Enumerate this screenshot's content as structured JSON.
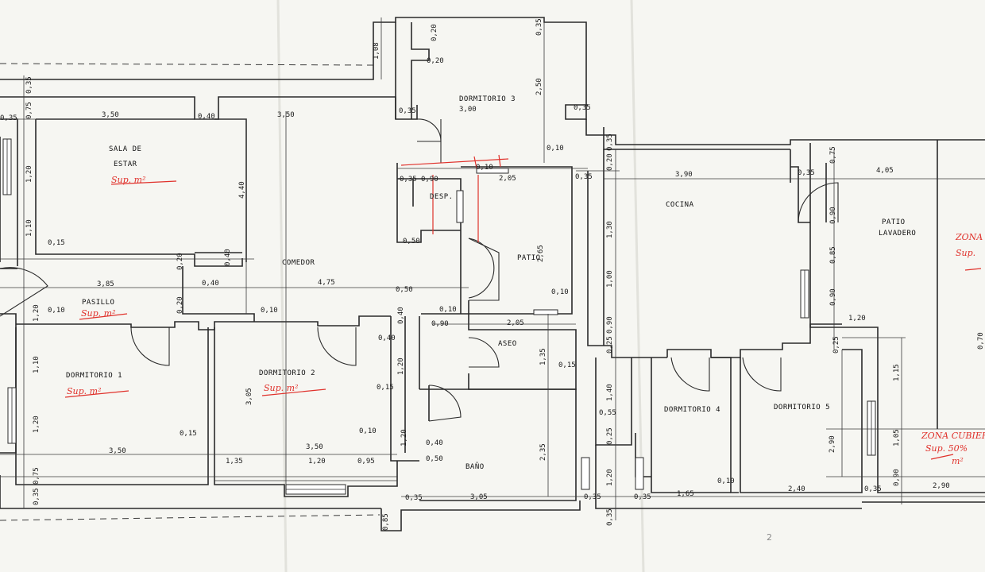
{
  "rooms": {
    "sala_line1": "SALA DE",
    "sala_line2": "ESTAR",
    "comedor": "COMEDOR",
    "dormitorio3": "DORMITORIO 3",
    "desp": "DESP.",
    "patio": "PATIO",
    "cocina": "COCINA",
    "patio_lavadero_line1": "PATIO",
    "patio_lavadero_line2": "LAVADERO",
    "pasillo": "PASILLO",
    "aseo": "ASEO",
    "dormitorio1": "DORMITORIO 1",
    "dormitorio2": "DORMITORIO 2",
    "dormitorio4": "DORMITORIO 4",
    "dormitorio5": "DORMITORIO 5",
    "bano": "BAÑO"
  },
  "annotations": {
    "sup_m2": "Sup.  m²",
    "zona_line1": "ZONA",
    "zona_line2": "Sup.",
    "zona_cubierta_line1": "ZONA CUBIERTA",
    "zona_cubierta_line2": "Sup. 50%",
    "zona_cubierta_line3": "m²",
    "pencil_number": "2"
  },
  "dimensions": {
    "d_350a": "3,50",
    "d_350b": "3,50",
    "d_040a": "0,40",
    "d_035a": "0,35",
    "d_075a": "0,75",
    "d_120a": "1,20",
    "d_110a": "1,10",
    "d_015a": "0,15",
    "d_385": "3,85",
    "d_475": "4,75",
    "d_020a": "0,20",
    "d_040b": "0,40",
    "d_040c": "0,40",
    "d_440": "4,40",
    "d_300": "3,00",
    "d_035b": "0,35",
    "d_035c": "0,35",
    "d_020b": "0,20",
    "d_020c": "0,20",
    "d_035d": "0,35",
    "d_108": "1,08",
    "d_250": "2,50",
    "d_010a": "0,10",
    "d_035e": "0,35",
    "d_090a": "0,90",
    "d_010b": "0,10",
    "d_205a": "2,05",
    "d_050a": "0,50",
    "d_265": "2,65",
    "d_050b": "0,50",
    "d_010c": "0,10",
    "d_010d": "0,10",
    "d_090b": "0,90",
    "d_205b": "2,05",
    "d_135a": "1,35",
    "d_015b": "0,15",
    "d_040d": "0,40",
    "d_040e": "0,40",
    "d_120b": "1,20",
    "d_015c": "0,15",
    "d_010e": "0,10",
    "d_120c": "1,20",
    "d_040f": "0,40",
    "d_050c": "0,50",
    "d_235": "2,35",
    "d_305a": "3,05",
    "d_035f": "0,35",
    "d_085": "0,85",
    "d_010f": "0,10",
    "d_110b": "1,10",
    "d_120d": "1,20",
    "d_120e": "1,20",
    "d_350c": "3,50",
    "d_015d": "0,15",
    "d_035g": "0,35",
    "d_075b": "0,75",
    "d_305b": "3,05",
    "d_135b": "1,35",
    "d_350d": "3,50",
    "d_120f": "1,20",
    "d_095": "0,95",
    "d_035h": "0,35",
    "d_390": "3,90",
    "d_020d": "0,20",
    "d_035i": "0,35",
    "d_035j": "0,35",
    "d_130": "1,30",
    "d_100": "1,00",
    "d_090c": "0,90",
    "d_025a": "0,25",
    "d_140": "1,40",
    "d_055": "0,55",
    "d_025b": "0,25",
    "d_120g": "1,20",
    "d_035k": "0,35",
    "d_035l": "0,35",
    "d_035m": "0,35",
    "d_165": "1,65",
    "d_010g": "0,10",
    "d_240": "2,40",
    "d_290a": "2,90",
    "d_035n": "0,35",
    "d_405": "4,05",
    "d_035o": "0,35",
    "d_075c": "0,75",
    "d_090d": "0,90",
    "d_085b": "0,85",
    "d_090e": "0,90",
    "d_120h": "1,20",
    "d_025c": "0,25",
    "d_115": "1,15",
    "d_105": "1,05",
    "d_090f": "0,90",
    "d_290b": "2,90",
    "d_070": "0,70",
    "d_035p": "0,35"
  }
}
